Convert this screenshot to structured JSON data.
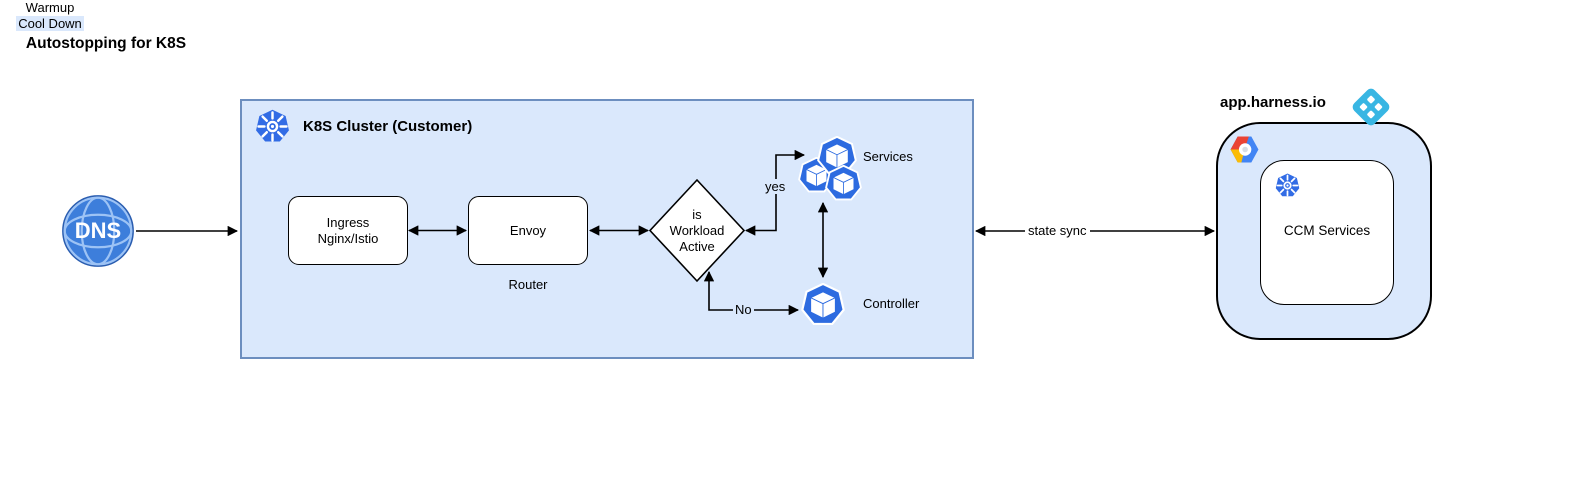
{
  "title": "Autostopping for K8S",
  "dns": {
    "label": "DNS"
  },
  "cluster": {
    "title": "K8S Cluster (Customer)",
    "ingress_label": "Ingress Nginx/Istio",
    "envoy_label": "Envoy",
    "router_caption": "Router",
    "decision_label": "is Workload Active",
    "services_label": "Services",
    "controller_label": "Controller",
    "yes_label": "yes",
    "no_label": "No",
    "warmup_label": "Warmup",
    "cooldown_label": "Cool Down"
  },
  "state_sync_label": "state sync",
  "harness": {
    "domain_label": "app.harness.io",
    "ccm_label": "CCM Services"
  },
  "icons": {
    "dns": "globe-icon",
    "kubernetes": "kubernetes-helm-icon",
    "services": "pod-cube-icon",
    "controller": "pod-cube-icon",
    "gcp": "google-cloud-icon",
    "harness": "harness-logo-icon"
  },
  "colors": {
    "container_fill": "#dae8fc",
    "container_stroke": "#6c8ebf",
    "kubernetes_blue": "#326ce5",
    "pod_blue": "#2d6be0",
    "dns_blue": "#3d7edb",
    "harness_cyan": "#38b6e3",
    "connector_black": "#000000"
  }
}
